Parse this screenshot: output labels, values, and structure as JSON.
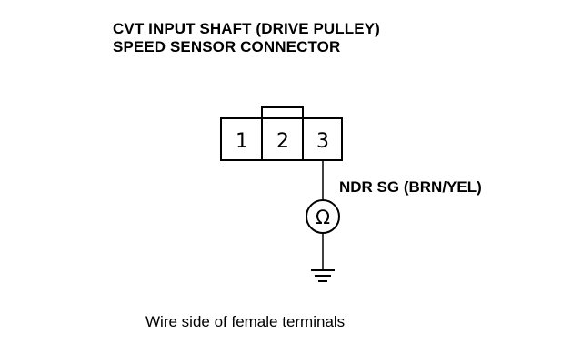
{
  "title": {
    "line1": "CVT INPUT SHAFT (DRIVE PULLEY)",
    "line2": "SPEED SENSOR CONNECTOR"
  },
  "connector": {
    "pins": [
      "1",
      "2",
      "3"
    ]
  },
  "wire_label": "NDR SG (BRN/YEL)",
  "meter_symbol": "Ω",
  "caption": "Wire side of female terminals",
  "icons": {
    "meter": "ohmmeter-icon",
    "ground": "ground-icon"
  }
}
